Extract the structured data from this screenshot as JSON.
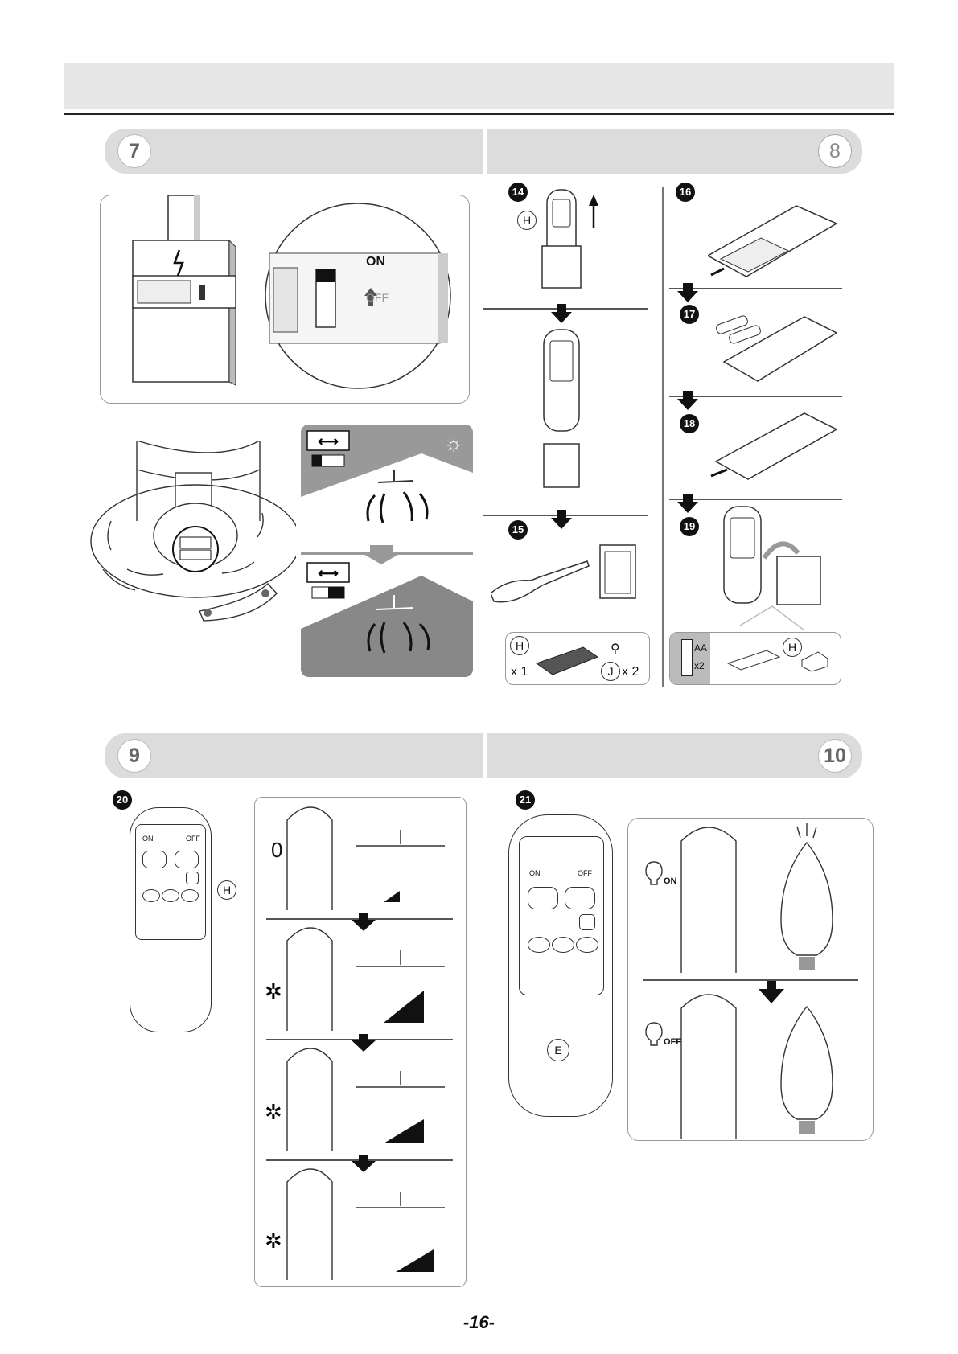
{
  "sections": {
    "s7": "7",
    "s8": "8",
    "s9": "9",
    "s10": "10"
  },
  "steps": {
    "s14": "14",
    "s15": "15",
    "s16": "16",
    "s17": "17",
    "s18": "18",
    "s19": "19",
    "s20": "20",
    "s21": "21"
  },
  "switch": {
    "on": "ON",
    "off": "OFF"
  },
  "parts": {
    "h": "H",
    "j": "J",
    "e": "E",
    "x1": "x 1",
    "x2": "x 2",
    "aa": "AA",
    "batx2": "x2"
  },
  "remote": {
    "on": "ON",
    "off": "OFF",
    "zero": "0"
  },
  "speed_zero": "0",
  "light": {
    "on": "ON",
    "off": "OFF"
  },
  "page_number": "-16-"
}
